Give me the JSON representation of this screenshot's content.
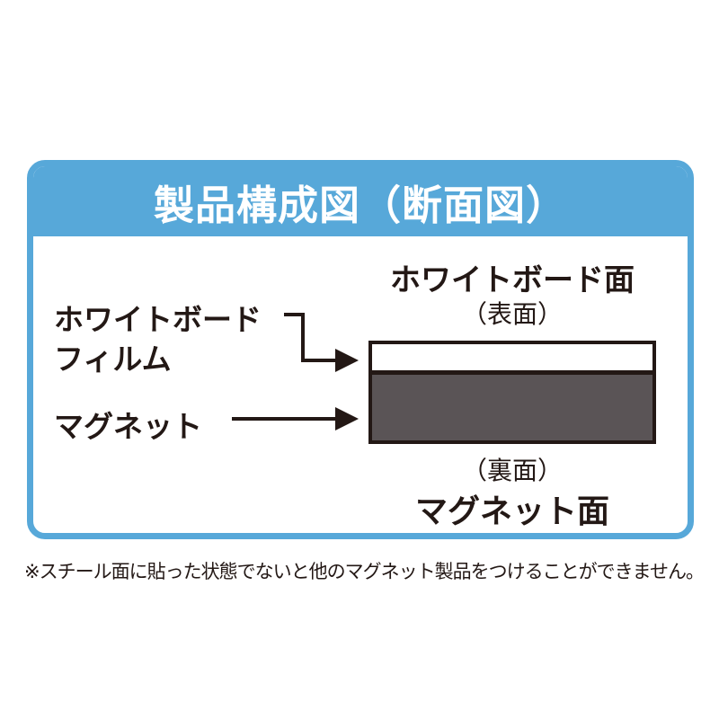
{
  "diagram": {
    "title": "製品構成図（断面図）",
    "labels": {
      "top_surface": "ホワイトボード面",
      "top_surface_sub": "（表面）",
      "film_line1": "ホワイトボード",
      "film_line2": "フィルム",
      "magnet": "マグネット",
      "back_sub": "（裏面）",
      "bottom_surface": "マグネット面"
    },
    "layers": [
      {
        "name": "whiteboard-film-layer",
        "color": "#ffffff"
      },
      {
        "name": "magnet-layer",
        "color": "#5A5456"
      }
    ],
    "note": "※スチール面に貼った状態でないと他のマグネット製品をつけることができません。",
    "colors": {
      "frame_blue": "#57A8D9",
      "ink_black": "#231815",
      "magnet_dark": "#5A5456",
      "film_white": "#ffffff"
    }
  }
}
